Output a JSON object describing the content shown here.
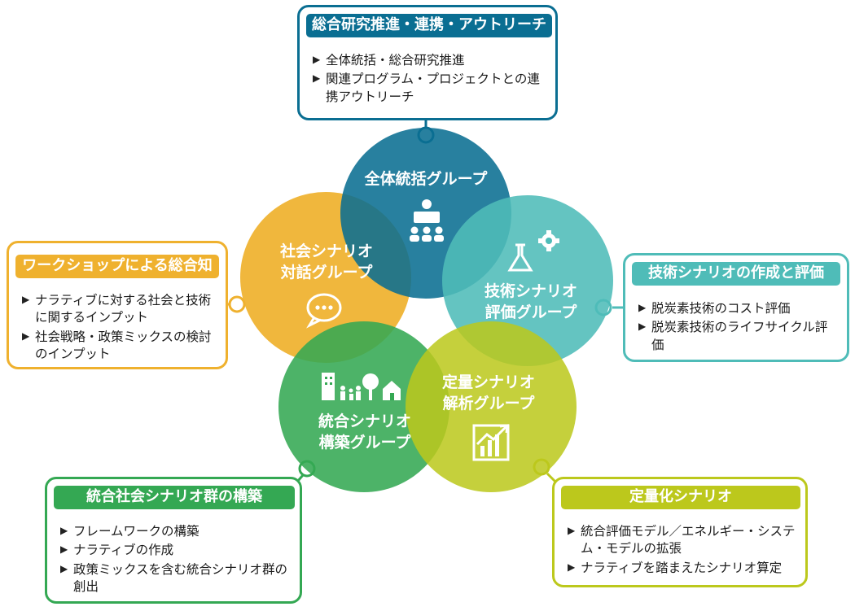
{
  "colors": {
    "overall": "#0a6e92",
    "technology": "#4fbcb8",
    "quantitative": "#bcc81c",
    "integrated": "#34a853",
    "social": "#efb12e"
  },
  "groups": {
    "overall": "全体統括グループ",
    "technology_line1": "技術シナリオ",
    "technology_line2": "評価グループ",
    "quantitative_line1": "定量シナリオ",
    "quantitative_line2": "解析グループ",
    "integrated_line1": "統合シナリオ",
    "integrated_line2": "構築グループ",
    "social_line1": "社会シナリオ",
    "social_line2": "対話グループ"
  },
  "boxes": {
    "top": {
      "title": "総合研究推進・連携・アウトリーチ",
      "items": [
        "全体統括・総合研究推進",
        "関連プログラム・プロジェクトとの連携アウトリーチ"
      ]
    },
    "right": {
      "title": "技術シナリオの作成と評価",
      "items": [
        "脱炭素技術のコスト評価",
        "脱炭素技術のライフサイクル評価"
      ]
    },
    "bottom_right": {
      "title": "定量化シナリオ",
      "items": [
        "統合評価モデル／エネルギー・システム・モデルの拡張",
        "ナラティブを踏まえたシナリオ算定"
      ]
    },
    "bottom_left": {
      "title": "統合社会シナリオ群の構築",
      "items": [
        "フレームワークの構築",
        "ナラティブの作成",
        "政策ミックスを含む統合シナリオ群の創出"
      ]
    },
    "left": {
      "title": "ワークショップによる総合知",
      "items": [
        "ナラティブに対する社会と技術に関するインプット",
        "社会戦略・政策ミックスの検討のインプット"
      ]
    }
  }
}
